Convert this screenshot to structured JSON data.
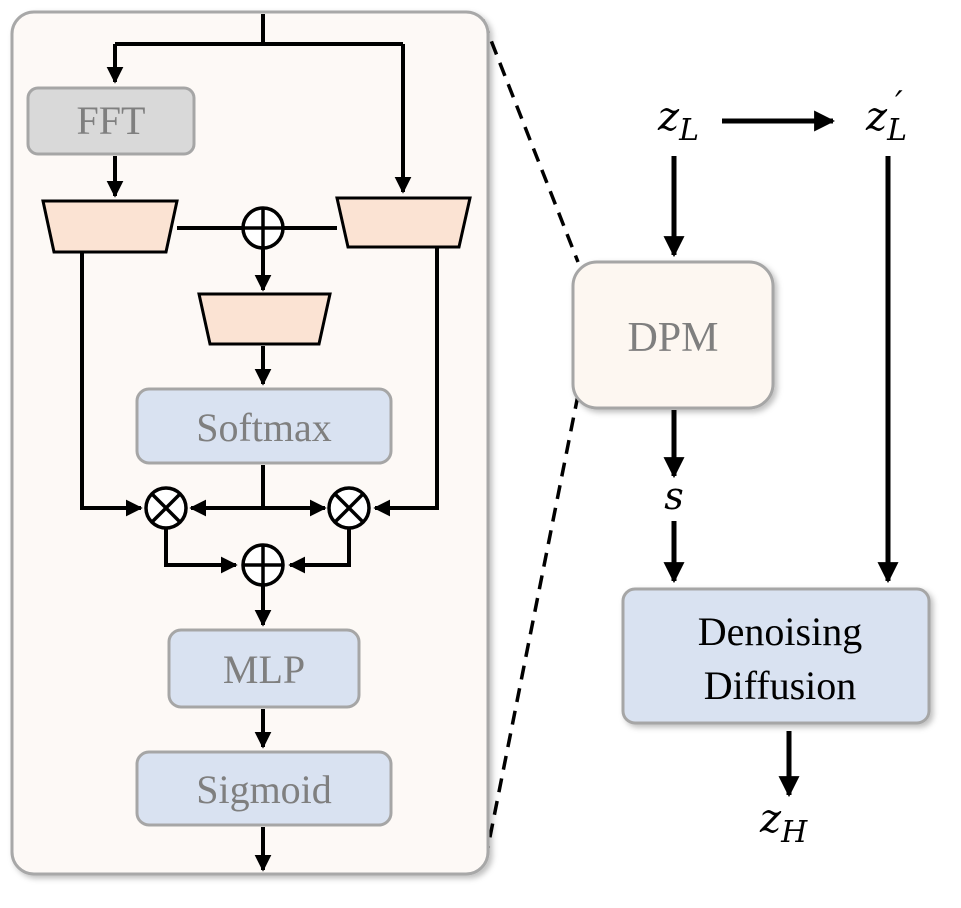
{
  "colors": {
    "panel_fill": "#fdf9f6",
    "panel_stroke": "#a8a8a8",
    "fft_fill": "#d9d9d9",
    "trap_fill": "#fbe3d3",
    "blue_fill": "#d9e2f1",
    "dpm_fill": "#fdf7f1",
    "box_stroke": "#a6a6a6",
    "line": "#000000",
    "label_gray": "#7f7f7f",
    "label_dark": "#000000"
  },
  "detail_panel": {
    "fft_label": "FFT",
    "softmax_label": "Softmax",
    "mlp_label": "MLP",
    "sigmoid_label": "Sigmoid",
    "plus_operator": "⊕",
    "times_operator": "⊗"
  },
  "pipeline": {
    "zl_base": "z",
    "zl_sub": "L",
    "zl_prime_base": "z",
    "zl_prime_sub": "L",
    "zl_prime_mark": "′",
    "dpm_label": "DPM",
    "s_label": "s",
    "denoising_line1": "Denoising",
    "denoising_line2": "Diffusion",
    "zh_base": "z",
    "zh_sub": "H"
  }
}
